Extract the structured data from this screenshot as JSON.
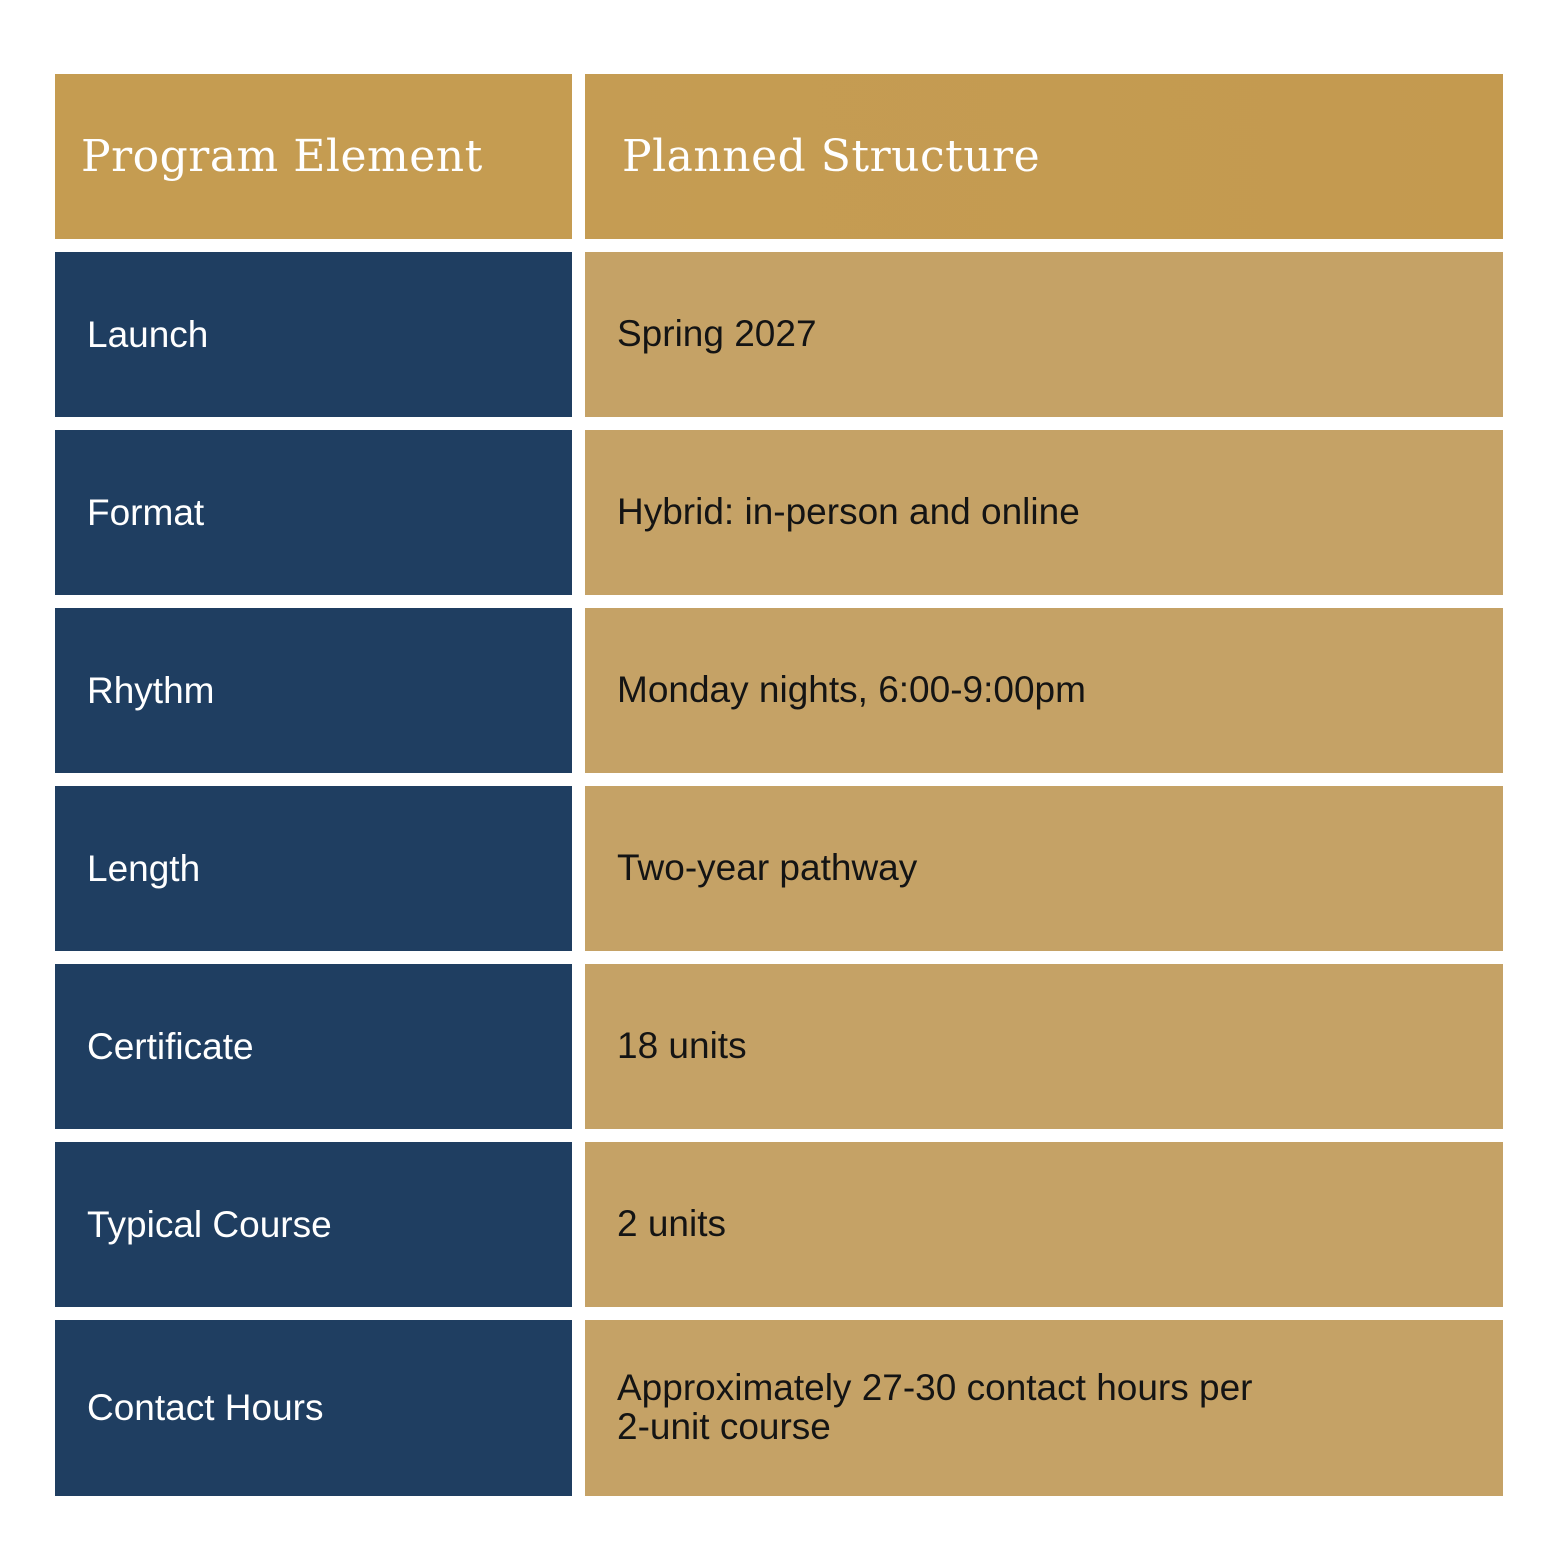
{
  "table": {
    "headers": [
      "Program Element",
      "Planned Structure"
    ],
    "rows": [
      {
        "element": "Launch",
        "structure": "Spring 2027"
      },
      {
        "element": "Format",
        "structure": "Hybrid: in-person and online"
      },
      {
        "element": "Rhythm",
        "structure": "Monday nights, 6:00-9:00pm"
      },
      {
        "element": "Length",
        "structure": "Two-year pathway"
      },
      {
        "element": "Certificate",
        "structure": "18 units"
      },
      {
        "element": "Typical Course",
        "structure": "2 units"
      },
      {
        "element": "Contact Hours",
        "structure": "Approximately 27-30 contact hours per\n2-unit course"
      }
    ]
  },
  "colors": {
    "header_gold": "#c59c51",
    "label_navy": "#1f3e61",
    "value_tan": "#c5a266"
  }
}
